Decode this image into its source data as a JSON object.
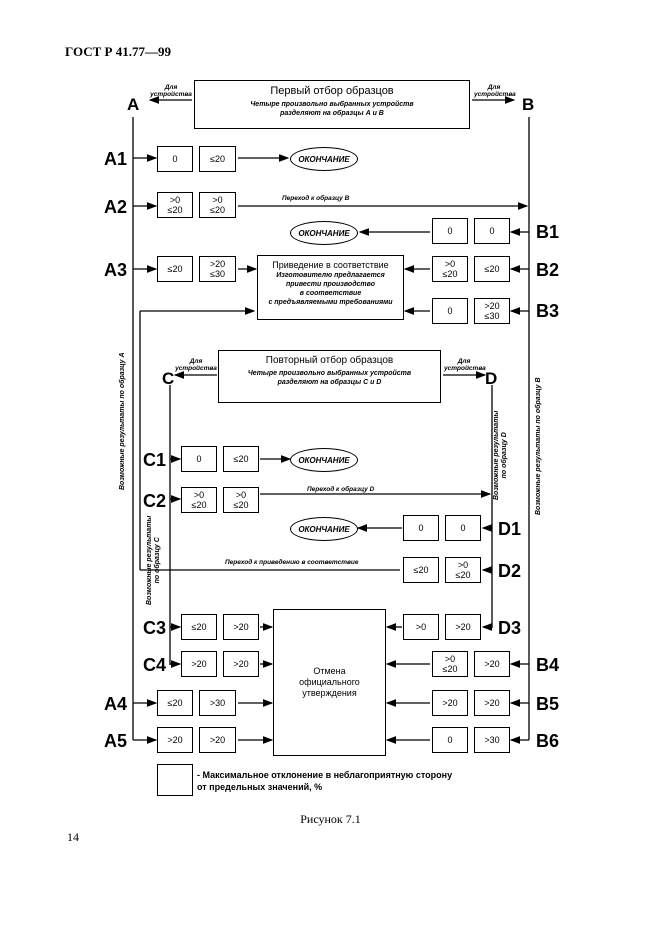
{
  "header": "ГОСТ Р 41.77—99",
  "page_number": "14",
  "caption": "Рисунок 7.1",
  "top_box": {
    "title": "Первый отбор образцов",
    "subtitle": "Четыре произвольно выбранных устройств\nразделяют на образцы А и В"
  },
  "top_side_left": "Для\nустройства",
  "top_side_right": "Для\nустройства",
  "corner_A": "A",
  "corner_B": "B",
  "second_box": {
    "title": "Повторный отбор образцов",
    "subtitle": "Четыре произвольно выбранных устройств\nразделяют на образцы С и D"
  },
  "second_side_left": "Для\nустройства",
  "second_side_right": "Для\nустройства",
  "corner_C": "C",
  "corner_D": "D",
  "conformity_box": {
    "title": "Приведение в соответствие",
    "subtitle": "Изготовителю предлагается\nпривести производство\nв соответствие\nс предъявляемыми требованиями"
  },
  "cancel_box": {
    "text": "Отмена\nофициального\nутверждения"
  },
  "end_label": "ОКОНЧАНИЕ",
  "rows": {
    "A1": [
      "0",
      "≤20"
    ],
    "A2": [
      ">0\n≤20",
      ">0\n≤20"
    ],
    "A3": [
      "≤20",
      ">20\n≤30"
    ],
    "A4": [
      "≤20",
      ">30"
    ],
    "A5": [
      ">20",
      ">20"
    ],
    "B1": [
      "0",
      "0"
    ],
    "B2": [
      ">0\n≤20",
      "≤20"
    ],
    "B3": [
      "0",
      ">20\n≤30"
    ],
    "B4": [
      ">0\n≤20",
      ">20"
    ],
    "B5": [
      ">20",
      ">20"
    ],
    "B6": [
      "0",
      ">30"
    ],
    "C1": [
      "0",
      "≤20"
    ],
    "C2": [
      ">0\n≤20",
      ">0\n≤20"
    ],
    "C3": [
      "≤20",
      ">20"
    ],
    "C4": [
      ">20",
      ">20"
    ],
    "D1": [
      "0",
      "0"
    ],
    "D2": [
      "≤20",
      ">0\n≤20"
    ],
    "D3": [
      ">0",
      ">20"
    ]
  },
  "labels": {
    "A1": "A1",
    "A2": "A2",
    "A3": "A3",
    "A4": "A4",
    "A5": "A5",
    "B1": "B1",
    "B2": "B2",
    "B3": "B3",
    "B4": "B4",
    "B5": "B5",
    "B6": "B6",
    "C1": "C1",
    "C2": "C2",
    "C3": "C3",
    "C4": "C4",
    "D1": "D1",
    "D2": "D2",
    "D3": "D3"
  },
  "go_to_B": "Переход к образцу В",
  "go_to_D": "Переход к образцу D",
  "go_to_conformity": "Переход к приведению в соответствие",
  "vertical_A": "Возможные результаты по образцу А",
  "vertical_B": "Возможные результаты по образцу В",
  "vertical_C": "Возможные результаты\nпо образцу С",
  "vertical_D": "Возможные результаты\nпо образцу D",
  "legend_text": "- Максимальное отклонение в неблагоприятную сторону\nот предельных значений, %"
}
